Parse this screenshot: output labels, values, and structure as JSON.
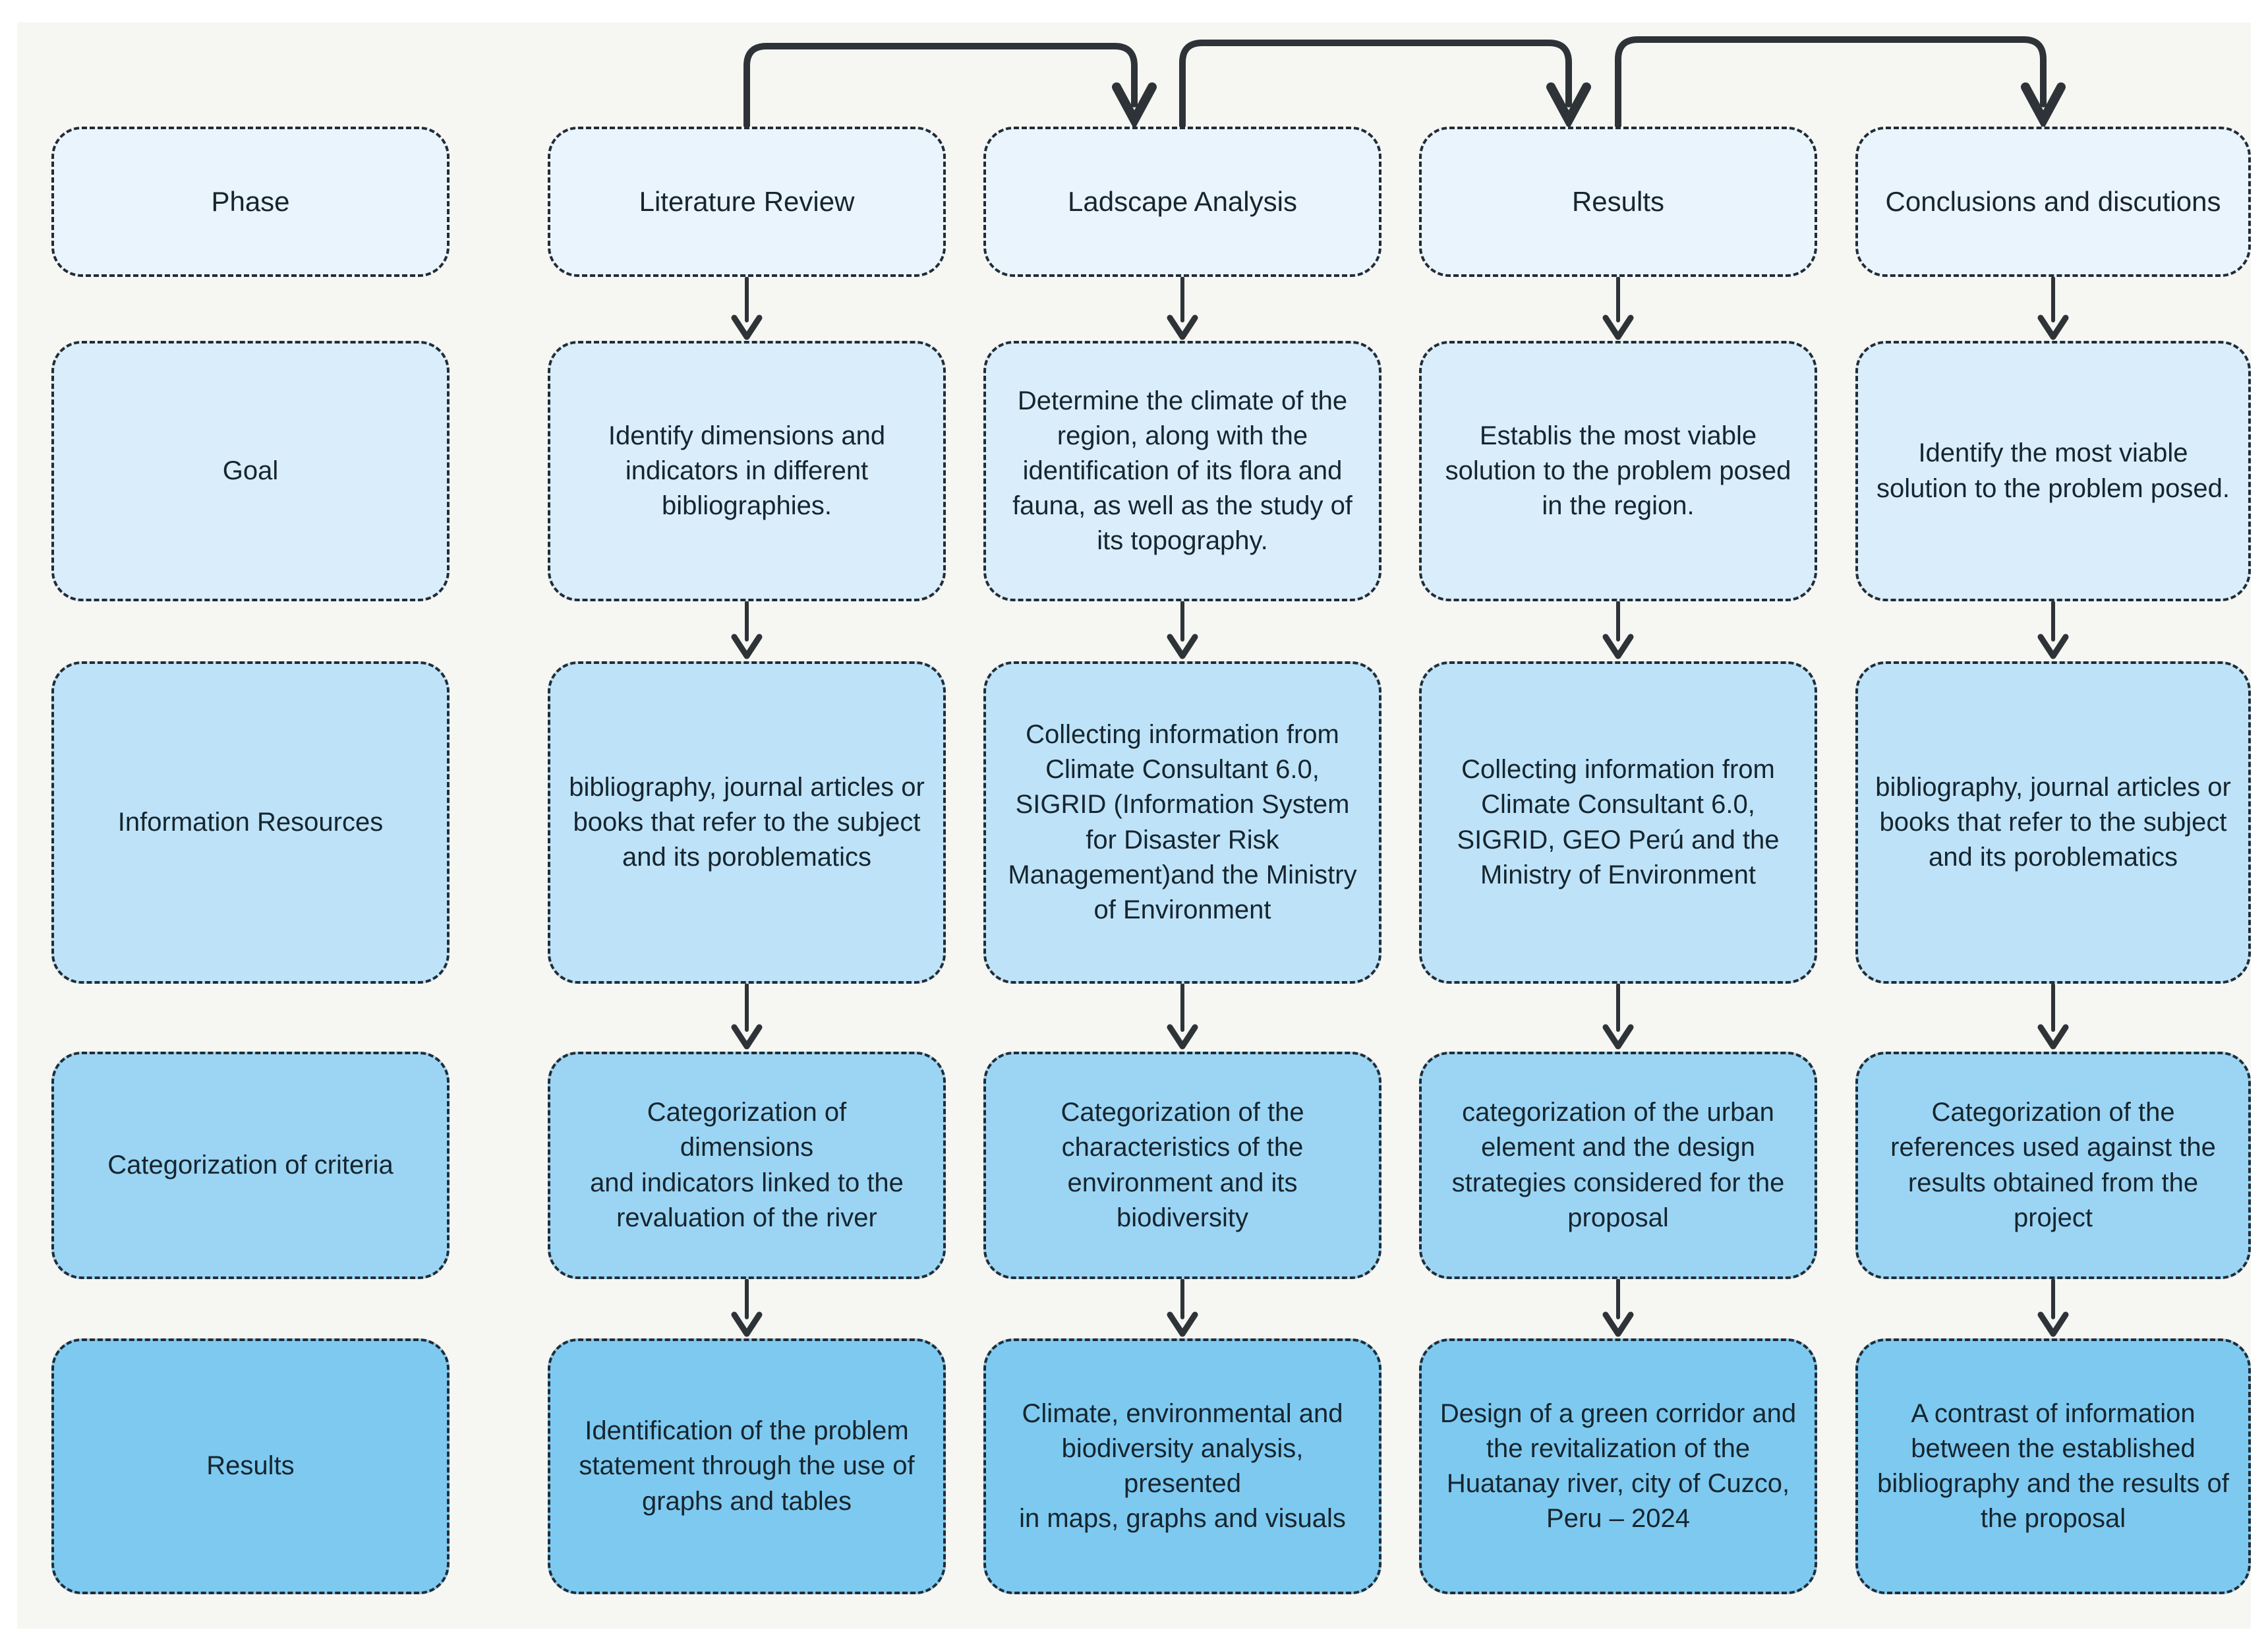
{
  "canvas": {
    "frame_color": "#ffffff",
    "background": "#f6f6f3"
  },
  "styles": {
    "border_color": "#232c34",
    "text_color": "#16252e",
    "arrow_color": "#2e3338"
  },
  "rows": [
    {
      "name": "Phase",
      "color": "#e9f4fc",
      "cells": [
        "Phase",
        "Literature Review",
        "Ladscape Analysis",
        "Results",
        "Conclusions and discutions"
      ]
    },
    {
      "name": "Goal",
      "color": "#d9edfb",
      "cells": [
        "Goal",
        "Identify dimensions and indicators in different bibliographies.",
        "Determine the climate of the region, along with the identification of its flora and fauna, as well as the study of its topography.",
        "Establis the most viable solution to the problem posed in the region.",
        "Identify the most viable solution to the problem posed."
      ]
    },
    {
      "name": "Information Resources",
      "color": "#bee3f9",
      "cells": [
        "Information Resources",
        "bibliography, journal articles or books that refer to the subject and its poroblematics",
        "Collecting information from Climate Consultant 6.0, SIGRID (Information System for Disaster Risk Management)and the Ministry of Environment",
        "Collecting information from Climate Consultant 6.0, SIGRID, GEO Perú and the Ministry of Environment",
        "bibliography, journal articles or books that refer to the subject and its poroblematics"
      ]
    },
    {
      "name": "Categorization of criteria",
      "color": "#9cd5f4",
      "cells": [
        "Categorization of criteria",
        "Categorization of\ndimensions\nand indicators linked to the revaluation of the river",
        "Categorization of the characteristics of the environment and its biodiversity",
        "categorization of the urban element and the design strategies considered for the proposal",
        "Categorization of the references used against the results obtained from the project"
      ]
    },
    {
      "name": "Results",
      "color": "#7ec9f0",
      "cells": [
        "Results",
        "Identification of the problem statement through the use of graphs and tables",
        "Climate, environmental and biodiversity analysis, presented\nin maps, graphs and visuals",
        "Design of a green corridor and the revitalization of the Huatanay river, city of Cuzco, Peru – 2024",
        "A contrast of information between the established bibliography and the results of the proposal"
      ]
    }
  ]
}
